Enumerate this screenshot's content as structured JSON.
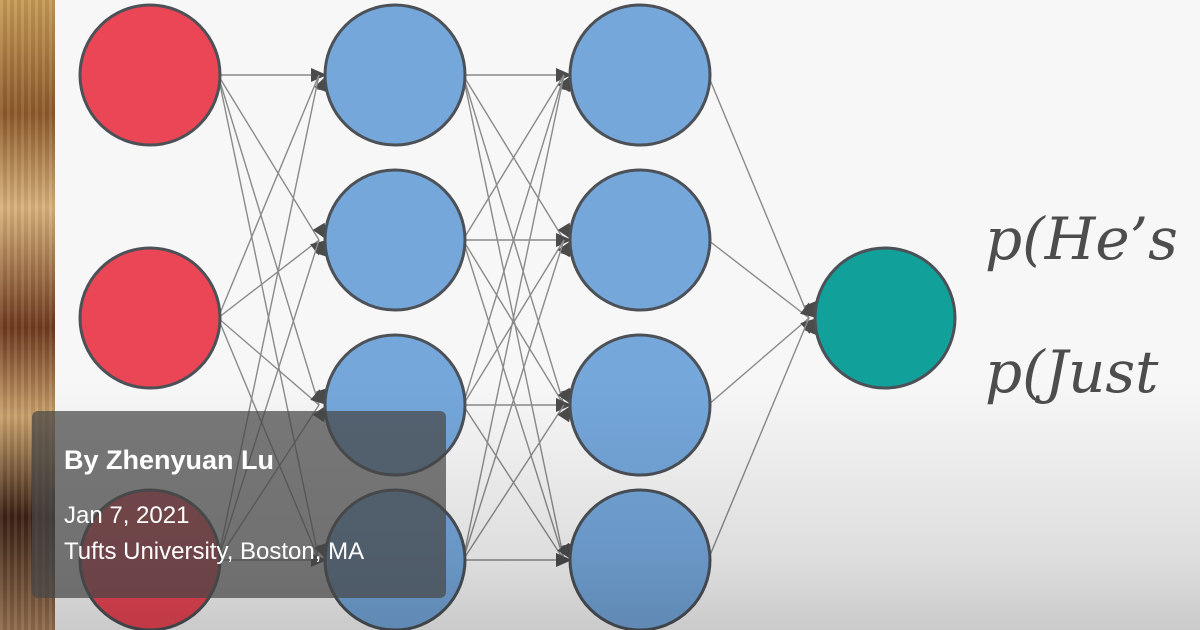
{
  "diagram": {
    "layers": [
      {
        "name": "input",
        "nodes": 3,
        "fill": "#ea4655"
      },
      {
        "name": "hidden-1",
        "nodes": 4,
        "fill": "#75a7db"
      },
      {
        "name": "hidden-2",
        "nodes": 4,
        "fill": "#75a7db"
      },
      {
        "name": "output",
        "nodes": 1,
        "fill": "#12a09a"
      }
    ],
    "formulas": [
      "p(He’s",
      "p(Just"
    ]
  },
  "card": {
    "author": "By Zhenyuan Lu",
    "date": "Jan 7, 2021",
    "location": "Tufts University, Boston, MA"
  },
  "colors": {
    "edge": "#8a8a8a",
    "node_stroke": "#4b5157",
    "card_bg": "rgba(70,70,70,0.72)"
  }
}
